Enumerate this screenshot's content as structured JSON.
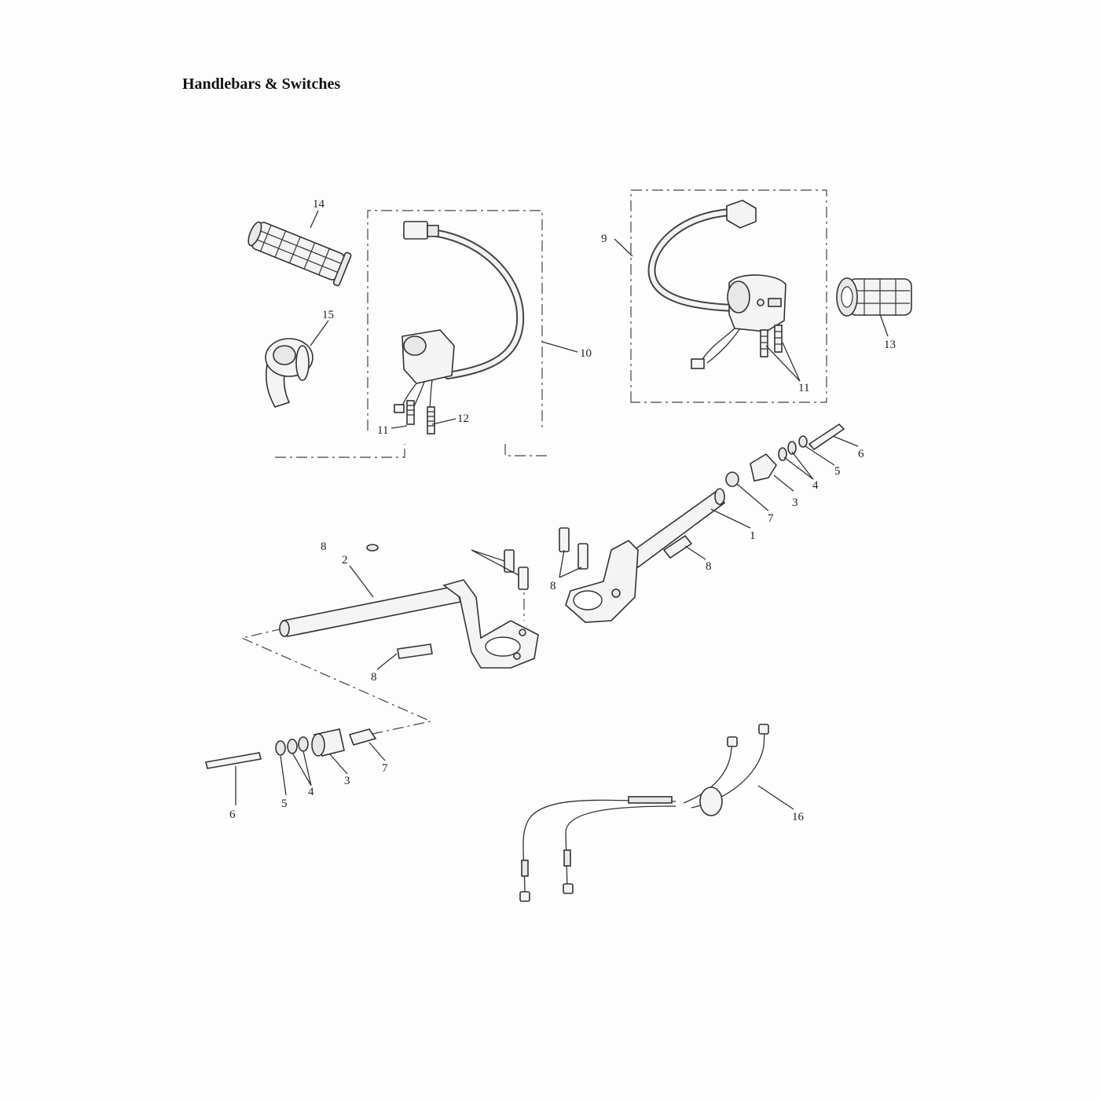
{
  "header": {
    "title": "Handlebars & Switches"
  },
  "callouts": [
    {
      "id": "c1",
      "label": "1"
    },
    {
      "id": "c2",
      "label": "2"
    },
    {
      "id": "c3a",
      "label": "3"
    },
    {
      "id": "c3b",
      "label": "3"
    },
    {
      "id": "c4a",
      "label": "4"
    },
    {
      "id": "c4b",
      "label": "4"
    },
    {
      "id": "c5a",
      "label": "5"
    },
    {
      "id": "c5b",
      "label": "5"
    },
    {
      "id": "c6a",
      "label": "6"
    },
    {
      "id": "c6b",
      "label": "6"
    },
    {
      "id": "c7a",
      "label": "7"
    },
    {
      "id": "c7b",
      "label": "7"
    },
    {
      "id": "c8a",
      "label": "8"
    },
    {
      "id": "c8b",
      "label": "8"
    },
    {
      "id": "c8c",
      "label": "8"
    },
    {
      "id": "c8d",
      "label": "8"
    },
    {
      "id": "c9",
      "label": "9"
    },
    {
      "id": "c10",
      "label": "10"
    },
    {
      "id": "c11a",
      "label": "11"
    },
    {
      "id": "c11b",
      "label": "11"
    },
    {
      "id": "c12",
      "label": "12"
    },
    {
      "id": "c13",
      "label": "13"
    },
    {
      "id": "c14",
      "label": "14"
    },
    {
      "id": "c15",
      "label": "15"
    },
    {
      "id": "c16",
      "label": "16"
    }
  ]
}
